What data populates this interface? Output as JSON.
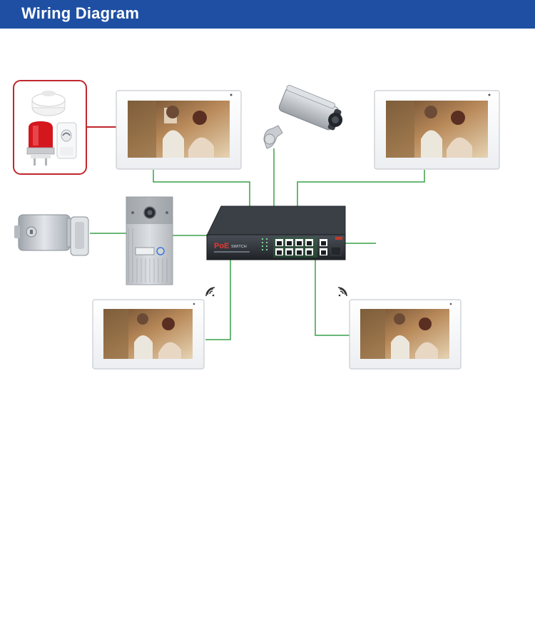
{
  "header": {
    "title": "Wiring Diagram"
  },
  "colors": {
    "header_bg": "#1e4fa3",
    "header_text": "#ffffff",
    "wire_green": "#3aa04a",
    "wire_red": "#c0272d"
  },
  "switch": {
    "brand": "PoE",
    "model": "SWITCH"
  },
  "icons": {
    "sensor_group": [
      "smoke-detector-icon",
      "alarm-siren-icon",
      "motion-sensor-icon"
    ],
    "wifi": "wifi-icon",
    "camera": "cctv-camera-icon",
    "lock": "electric-lock-icon"
  }
}
